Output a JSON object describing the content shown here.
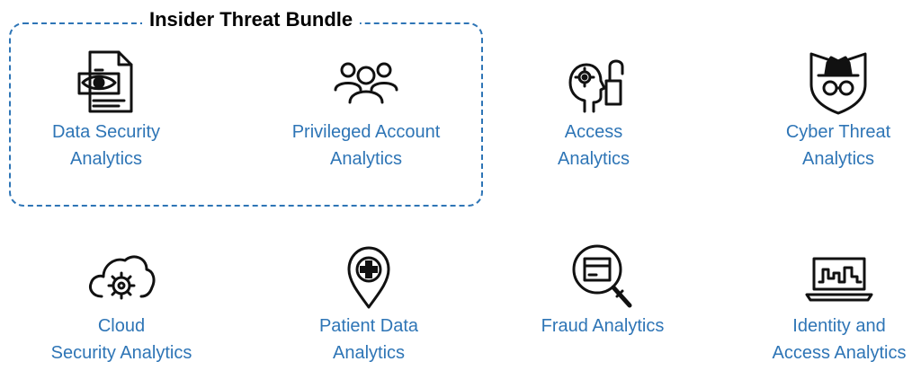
{
  "bundle": {
    "title": "Insider Threat Bundle",
    "border_color": "#2e75b6"
  },
  "label_color": "#2e75b6",
  "items": [
    {
      "label": "Data Security\nAnalytics",
      "icon": "document-eye-icon"
    },
    {
      "label": "Privileged Account\nAnalytics",
      "icon": "user-group-icon"
    },
    {
      "label": "Access\nAnalytics",
      "icon": "head-gears-lock-icon"
    },
    {
      "label": "Cyber Threat\nAnalytics",
      "icon": "spy-shield-icon"
    },
    {
      "label": "Cloud\nSecurity Analytics",
      "icon": "cloud-gear-icon"
    },
    {
      "label": "Patient Data\nAnalytics",
      "icon": "medical-location-pin-icon"
    },
    {
      "label": "Fraud Analytics",
      "icon": "credit-card-magnifier-icon"
    },
    {
      "label": "Identity and\nAccess Analytics",
      "icon": "laptop-activity-chart-icon"
    }
  ]
}
